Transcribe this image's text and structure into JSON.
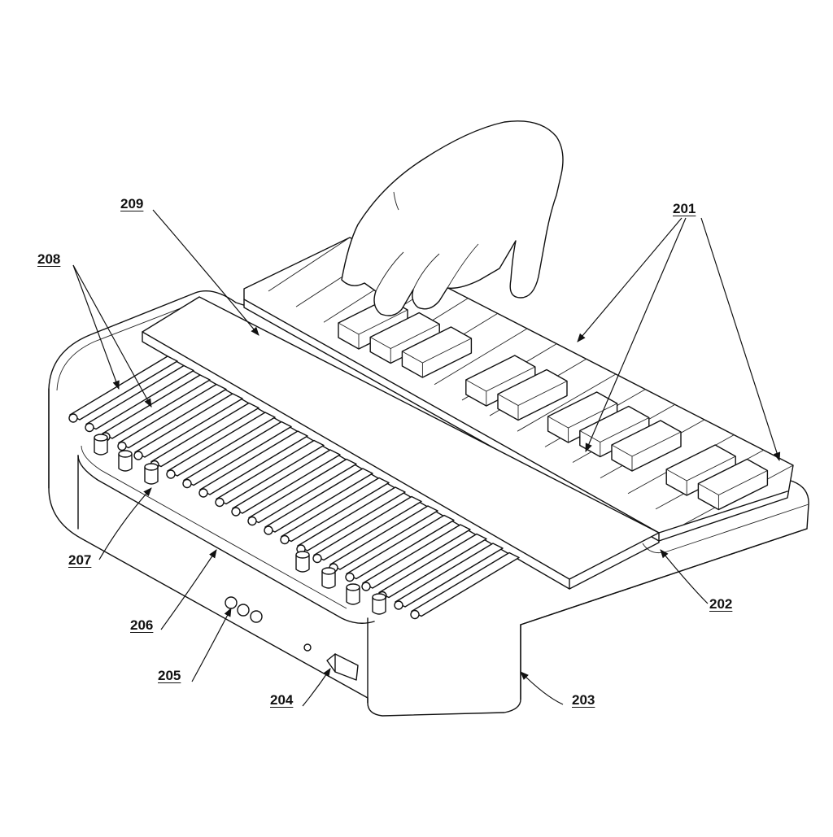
{
  "figure": {
    "labels": {
      "keys": "201",
      "key_bed_edge": "202",
      "housing": "203",
      "power_switch": "204",
      "jacks": "205",
      "front_panel": "206",
      "knob": "207",
      "modules": "208",
      "divider_bar": "209"
    }
  }
}
